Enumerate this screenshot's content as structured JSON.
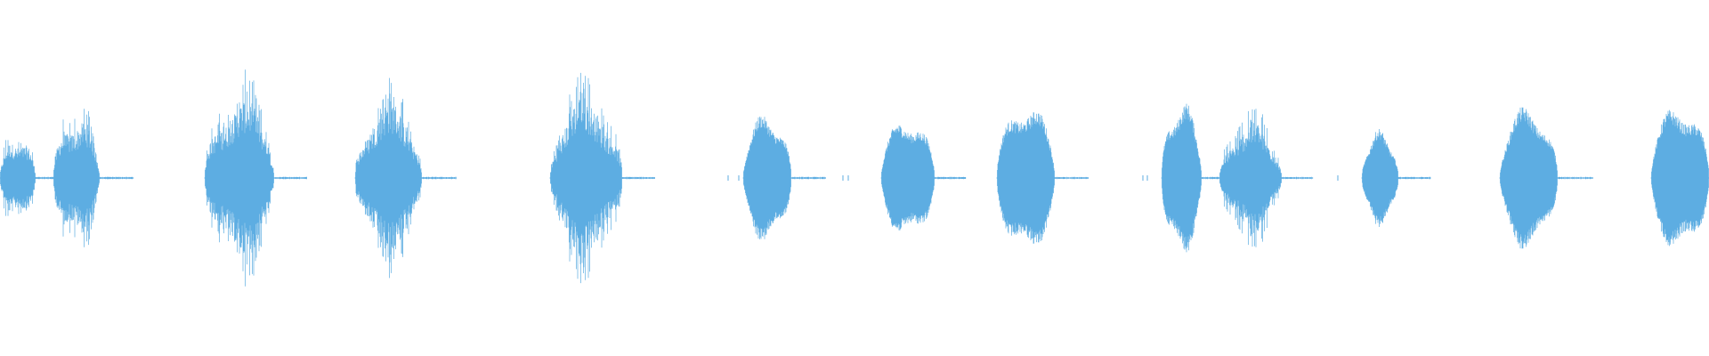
{
  "waveform": {
    "color": "#5dade2",
    "duration_ms": 19200,
    "segments_ms": [
      {
        "start": 0,
        "end": 400,
        "peak": 0.3,
        "style": "voiced"
      },
      {
        "start": 600,
        "end": 1120,
        "peak": 0.45,
        "style": "voiced"
      },
      {
        "start": 2300,
        "end": 3080,
        "peak": 0.58,
        "style": "voiced"
      },
      {
        "start": 3990,
        "end": 4740,
        "peak": 0.55,
        "style": "voiced"
      },
      {
        "start": 6180,
        "end": 6990,
        "peak": 0.58,
        "style": "voiced"
      },
      {
        "start": 8350,
        "end": 8890,
        "peak": 0.38,
        "style": "smooth"
      },
      {
        "start": 9900,
        "end": 10500,
        "peak": 0.36,
        "style": "smooth"
      },
      {
        "start": 11200,
        "end": 11850,
        "peak": 0.45,
        "style": "smooth"
      },
      {
        "start": 13050,
        "end": 13500,
        "peak": 0.45,
        "style": "smooth"
      },
      {
        "start": 13700,
        "end": 14400,
        "peak": 0.4,
        "style": "voiced"
      },
      {
        "start": 15300,
        "end": 15710,
        "peak": 0.28,
        "style": "smooth"
      },
      {
        "start": 16850,
        "end": 17500,
        "peak": 0.42,
        "style": "smooth"
      },
      {
        "start": 18550,
        "end": 19200,
        "peak": 0.44,
        "style": "smooth"
      }
    ],
    "tails_ms": [
      {
        "start": 400,
        "end": 600
      },
      {
        "start": 1120,
        "end": 1500
      },
      {
        "start": 3080,
        "end": 3450
      },
      {
        "start": 4740,
        "end": 5130
      },
      {
        "start": 6990,
        "end": 7360
      },
      {
        "start": 8890,
        "end": 9280
      },
      {
        "start": 10500,
        "end": 10850
      },
      {
        "start": 11850,
        "end": 12230
      },
      {
        "start": 13500,
        "end": 13700
      },
      {
        "start": 14400,
        "end": 14750
      },
      {
        "start": 15710,
        "end": 16070
      },
      {
        "start": 17500,
        "end": 17900
      }
    ],
    "clicks_ms": [
      8180,
      8300,
      9470,
      9530,
      12840,
      12890,
      15030
    ]
  }
}
